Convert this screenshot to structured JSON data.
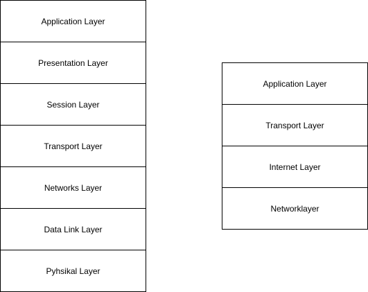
{
  "colors": {
    "stroke": "#000000",
    "fill": "#ffffff",
    "text": "#000000"
  },
  "osi_stack": {
    "layers": [
      "Application Layer",
      "Presentation Layer",
      "Session Layer",
      "Transport Layer",
      "Networks Layer",
      "Data Link Layer",
      "Pyhsikal Layer"
    ]
  },
  "tcpip_stack": {
    "layers": [
      "Application Layer",
      "Transport Layer",
      "Internet Layer",
      "Networklayer"
    ]
  }
}
